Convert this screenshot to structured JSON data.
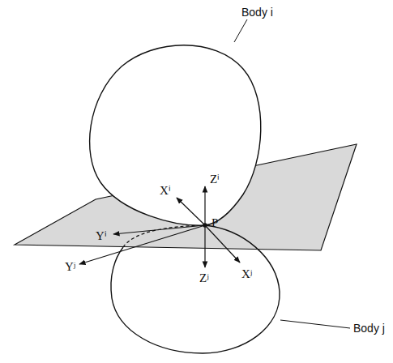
{
  "diagram": {
    "labels": [
      "Body i",
      "Body j",
      "P",
      "Zⁱ",
      "Xⁱ",
      "Yⁱ",
      "Zʲ",
      "Xʲ",
      "Yʲ"
    ]
  }
}
